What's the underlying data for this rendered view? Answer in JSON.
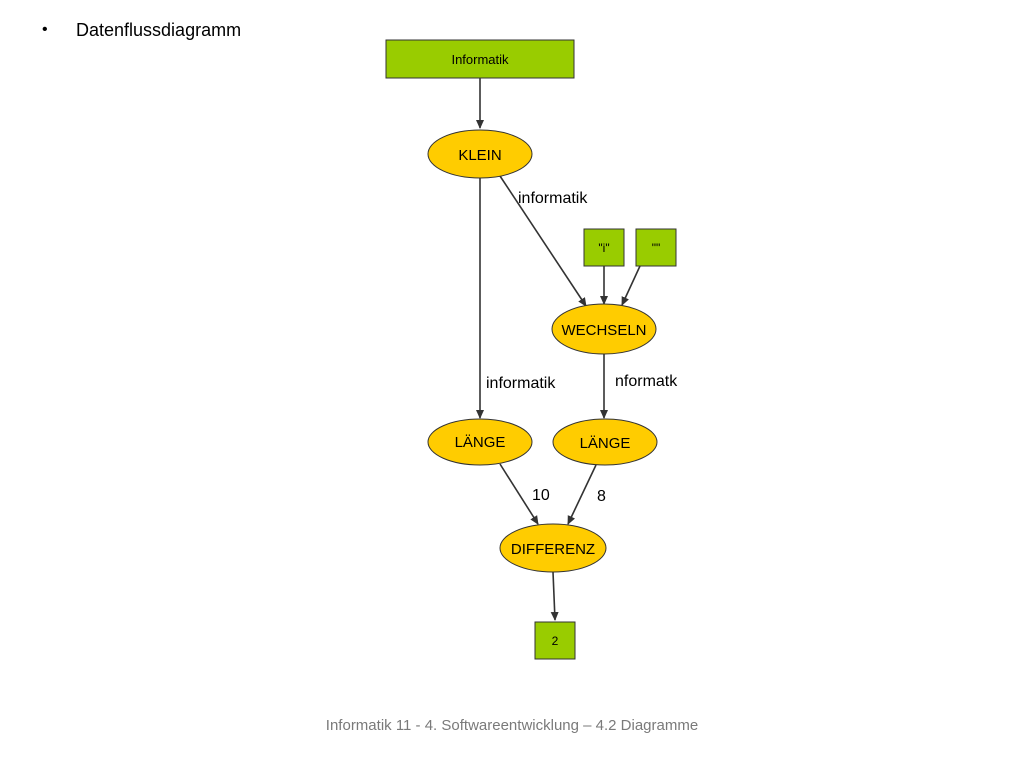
{
  "slide": {
    "bullet": "Datenflussdiagramm",
    "footer": "Informatik 11 - 4. Softwareentwicklung – 4.2 Diagramme"
  },
  "colors": {
    "box_fill": "#99cc00",
    "oval_fill": "#ffcc00",
    "stroke": "#333333",
    "footer_text": "#7a7a7a"
  },
  "diagram": {
    "inputs": {
      "source": "Informatik",
      "param_i": "\"i\"",
      "param_empty": "\"\""
    },
    "processes": {
      "klein": "KLEIN",
      "wechseln": "WECHSELN",
      "laenge_left": "LÄNGE",
      "laenge_right": "LÄNGE",
      "differenz": "DIFFERENZ"
    },
    "output": "2",
    "edge_labels": {
      "klein_to_wechseln": "informatik",
      "klein_to_laenge": "informatik",
      "wechseln_to_laenge": "nformatk",
      "laenge_left_to_differenz": "10",
      "laenge_right_to_differenz": "8"
    }
  }
}
